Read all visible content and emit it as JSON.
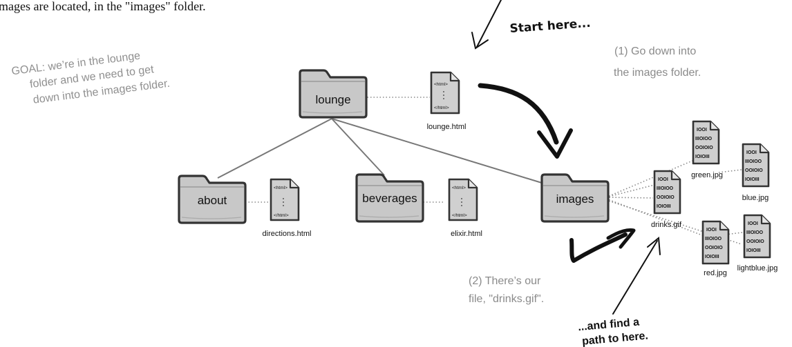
{
  "intro_text": "mages are located, in the \"images\" folder.",
  "notes": {
    "goal": [
      "GOAL: we’re in the lounge",
      "folder and we need to get",
      "down into the images folder."
    ],
    "start": "Start here...",
    "step1": [
      "(1) Go down into",
      "the images folder."
    ],
    "step2": [
      "(2) There’s our",
      "file, \"drinks.gif\"."
    ],
    "find": [
      "...and find a",
      "path to here."
    ]
  },
  "folders": {
    "lounge": "lounge",
    "about": "about",
    "beverages": "beverages",
    "images": "images"
  },
  "html_icon_text": {
    "open": "<html>",
    "close": "</html>"
  },
  "files": {
    "lounge_html": "lounge.html",
    "directions_html": "directions.html",
    "elixir_html": "elixir.html",
    "green_jpg": "green.jpg",
    "blue_jpg": "blue.jpg",
    "drinks_gif": "drinks.gif",
    "red_jpg": "red.jpg",
    "lightblue_jpg": "lightblue.jpg"
  },
  "image_icon_bits": [
    "IOOI",
    "IIIOIOO",
    "OOIOIO",
    "IOIOIII"
  ],
  "colors": {
    "folder_fill": "#c4c4c4",
    "folder_outline": "#3a3a3a",
    "note_gray": "#8a8a8a",
    "tree_line": "#777777",
    "arrow": "#111111"
  }
}
